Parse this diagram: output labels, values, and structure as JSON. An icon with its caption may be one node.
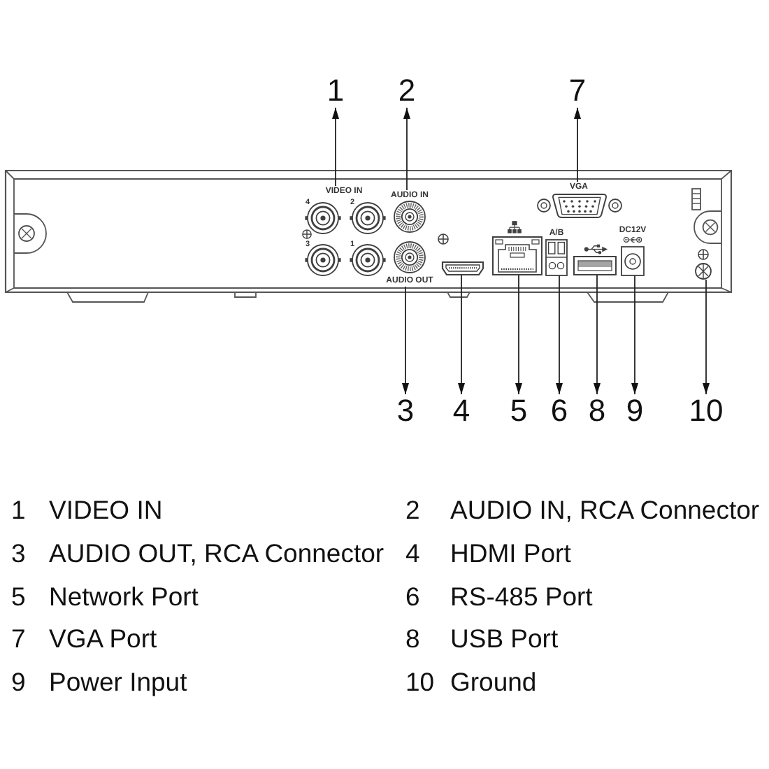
{
  "diagram": {
    "nodes": [
      {
        "text": [
          "1"
        ]
      },
      {
        "text": [
          "2"
        ]
      },
      {
        "text": [
          "7"
        ]
      },
      {
        "text": [
          "4",
          "2",
          "3",
          "1"
        ],
        "beside": [
          "VIDEO IN"
        ]
      },
      {
        "text": [],
        "shape": "picture",
        "beside": [
          "AUDIO IN"
        ]
      },
      {
        "text": [],
        "shape": "picture",
        "beside": [
          "VGA"
        ]
      },
      {
        "text": [],
        "shape": "picture",
        "beside": [
          "AUDIO OUT"
        ]
      },
      {
        "text": [],
        "shape": "picture"
      },
      {
        "text": [],
        "shape": "picture"
      },
      {
        "text": [],
        "shape": "picture",
        "beside": [
          "A/B"
        ]
      },
      {
        "text": [],
        "shape": "picture"
      },
      {
        "text": [],
        "shape": "picture",
        "beside": [
          "DC12V"
        ]
      },
      {
        "text": [],
        "shape": "picture"
      },
      {
        "text": [
          "3"
        ]
      },
      {
        "text": [
          "4"
        ]
      },
      {
        "text": [
          "5"
        ]
      },
      {
        "text": [
          "6"
        ]
      },
      {
        "text": [
          "8"
        ]
      },
      {
        "text": [
          "9"
        ]
      },
      {
        "text": [
          "10"
        ]
      }
    ],
    "edges": [
      {
        "from": 3,
        "to": 0,
        "arrow": "to"
      },
      {
        "from": 4,
        "to": 1,
        "arrow": "to"
      },
      {
        "from": 5,
        "to": 2,
        "arrow": "to"
      },
      {
        "from": 6,
        "to": 13,
        "arrow": "to"
      },
      {
        "from": 7,
        "to": 14,
        "arrow": "to"
      },
      {
        "from": 8,
        "to": 15,
        "arrow": "to"
      },
      {
        "from": 9,
        "to": 16,
        "arrow": "to"
      },
      {
        "from": 10,
        "to": 17,
        "arrow": "to"
      },
      {
        "from": 11,
        "to": 18,
        "arrow": "to"
      },
      {
        "from": 12,
        "to": 19,
        "arrow": "to"
      }
    ],
    "labels": [
      "1",
      "VIDEO IN",
      "2",
      "AUDIO IN, RCA Connector",
      "3",
      "AUDIO OUT, RCA Connector",
      "4",
      "HDMI Port",
      "5",
      "Network Port",
      "6",
      "RS-485 Port",
      "7",
      "VGA Port",
      "8",
      "USB Port",
      "9",
      "Power Input",
      "10",
      "Ground"
    ]
  }
}
